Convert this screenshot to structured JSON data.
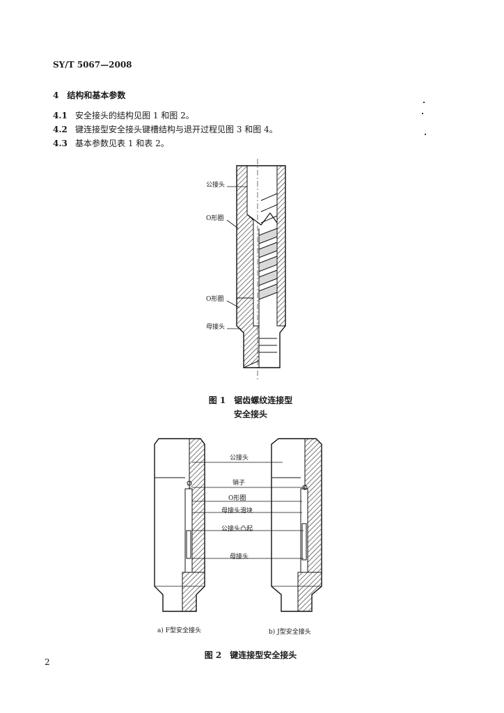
{
  "header": {
    "standard_code": "SY/T 5067—2008"
  },
  "section": {
    "title": "4　结构和基本参数"
  },
  "clauses": [
    {
      "num": "4.1",
      "text": "安全接头的结构见图 1 和图 2。"
    },
    {
      "num": "4.2",
      "text": "键连接型安全接头键槽结构与退开过程见图 3 和图 4。"
    },
    {
      "num": "4.3",
      "text": "基本参数见表 1 和表 2。"
    }
  ],
  "figure1": {
    "labels": {
      "male": "公接头",
      "oring_top": "O形圈",
      "oring_bottom": "O形圈",
      "female": "母接头"
    },
    "caption_line1": "图 1　锯齿螺纹连接型",
    "caption_line2": "安全接头"
  },
  "figure2": {
    "labels": {
      "male": "公接头",
      "pin": "销子",
      "oring": "O形圈",
      "female_slot": "母接头滑块",
      "male_boss": "公接头凸起",
      "female": "母接头"
    },
    "sub_a": "a)  F型安全接头",
    "sub_b": "b)  J型安全接头",
    "caption": "图 2　键连接型安全接头"
  },
  "page_number": "2"
}
